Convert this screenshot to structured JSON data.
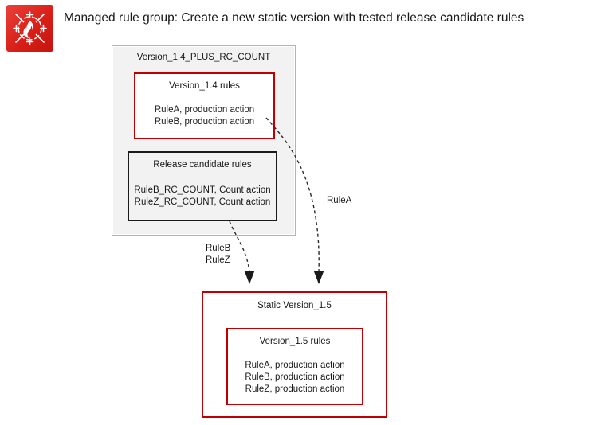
{
  "header": {
    "icon_name": "aws-waf-icon",
    "title": "Managed rule group: Create a new static version with tested release candidate rules"
  },
  "colors": {
    "brand_red": "#c00000",
    "icon_red": "#d91f17",
    "group_fill": "#f2f2f2",
    "group_border": "#b4b4b4",
    "black_border": "#1a1a1a",
    "text": "#17191b"
  },
  "diagram": {
    "type": "flow",
    "group_box": {
      "title": "Version_1.4_PLUS_RC_COUNT"
    },
    "version_14_box": {
      "title": "Version_1.4 rules",
      "rules": [
        "RuleA, production action",
        "RuleB, production action"
      ]
    },
    "release_candidate_box": {
      "title": "Release candidate rules",
      "rules": [
        "RuleB_RC_COUNT, Count action",
        "RuleZ_RC_COUNT, Count action"
      ]
    },
    "static_box": {
      "title": "Static Version_1.5"
    },
    "version_15_box": {
      "title": "Version_1.5 rules",
      "rules": [
        "RuleA, production action",
        "RuleB, production action",
        "RuleZ, production action"
      ]
    },
    "arrows": [
      {
        "name": "arrow-rulea",
        "label": "RuleA",
        "from": "version_14_box",
        "to": "static_box",
        "style": "dashed-curved"
      },
      {
        "name": "arrow-rulebz",
        "label": "RuleB\nRuleZ",
        "label_line_1": "RuleB",
        "label_line_2": "RuleZ",
        "from": "release_candidate_box",
        "to": "static_box",
        "style": "dashed-curved"
      }
    ]
  }
}
